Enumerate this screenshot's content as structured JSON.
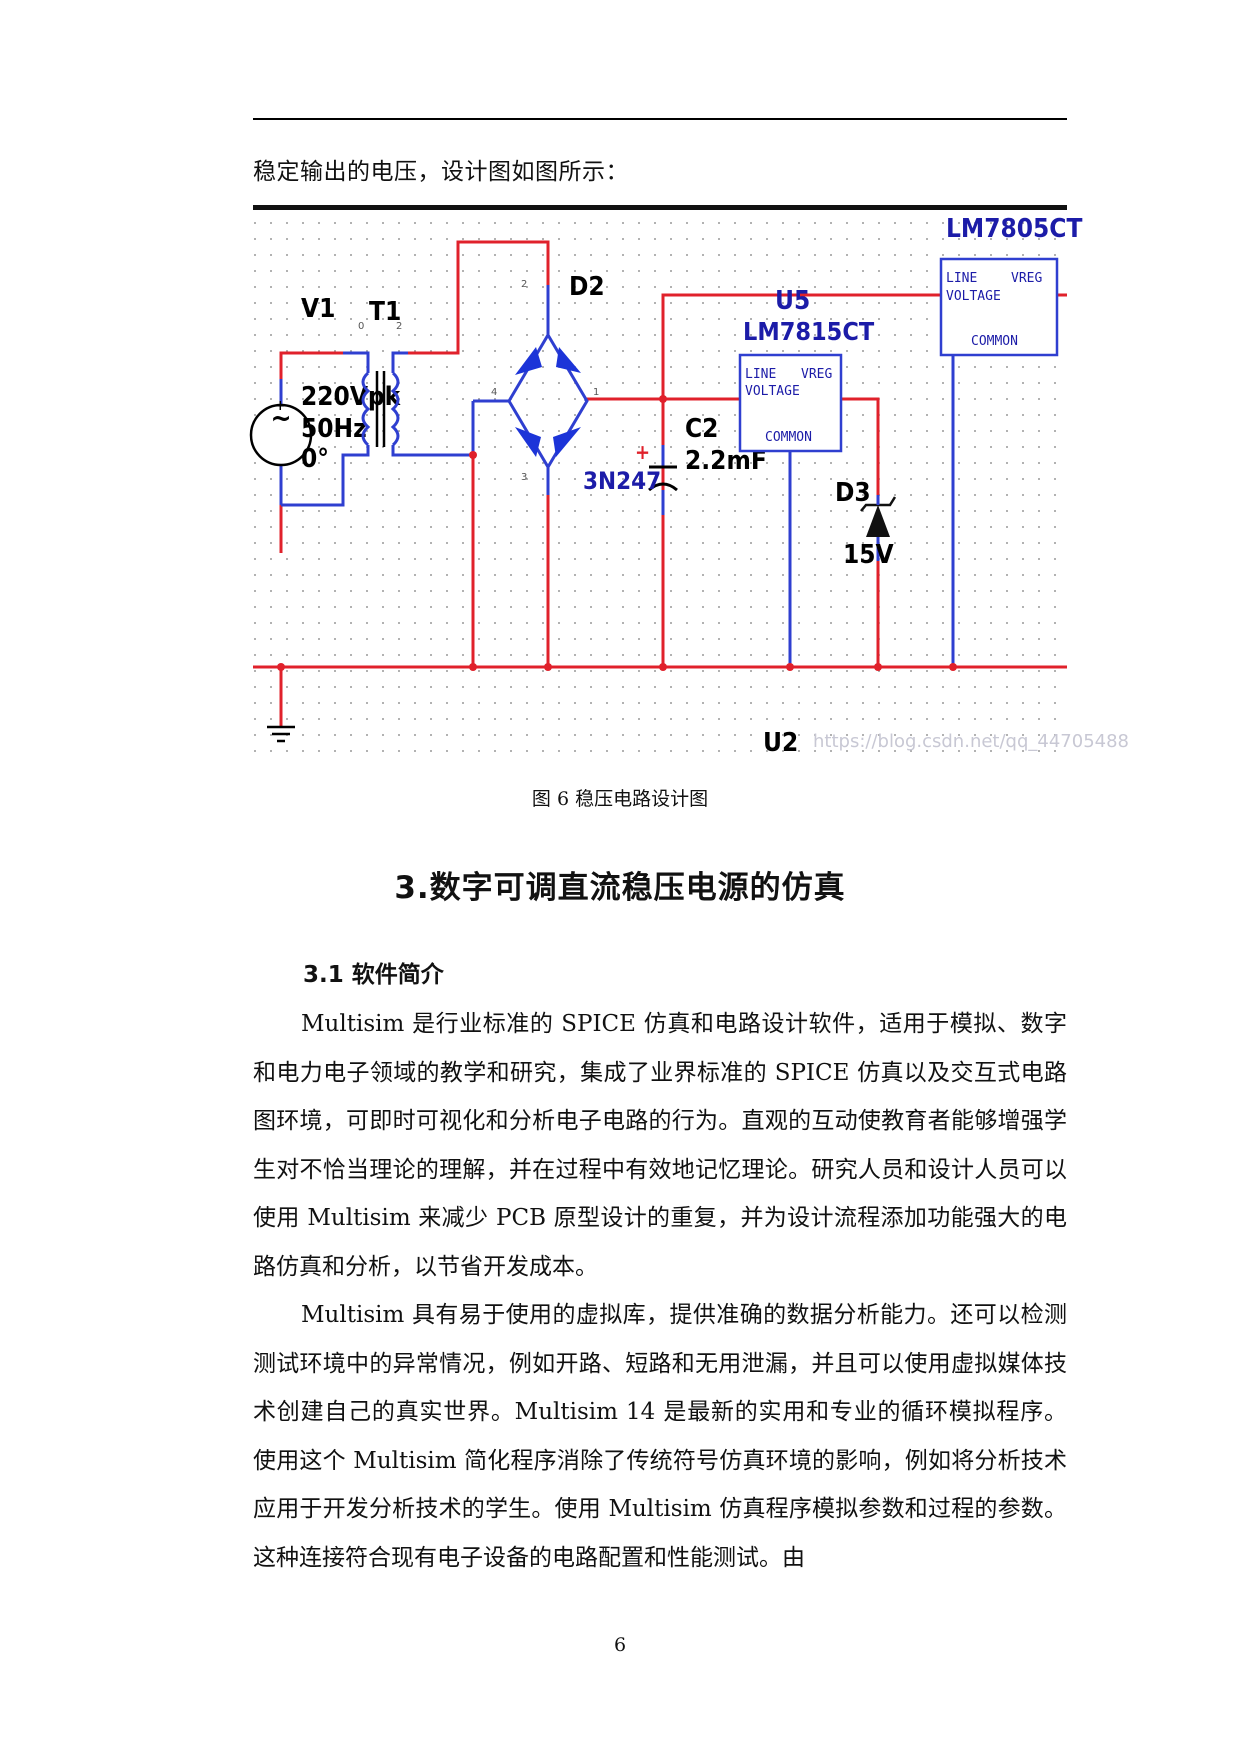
{
  "page": {
    "intro_line": "稳定输出的电压，设计图如图所示：",
    "figure_caption": "图 6  稳压电路设计图",
    "section_title": "3.数字可调直流稳压电源的仿真",
    "subsection_title": "3.1  软件简介",
    "paragraphs": [
      "Multisim 是行业标准的 SPICE 仿真和电路设计软件，适用于模拟、数字和电力电子领域的教学和研究，集成了业界标准的 SPICE 仿真以及交互式电路图环境，可即时可视化和分析电子电路的行为。直观的互动使教育者能够增强学生对不恰当理论的理解，并在过程中有效地记忆理论。研究人员和设计人员可以使用 Multisim 来减少 PCB 原型设计的重复，并为设计流程添加功能强大的电路仿真和分析，以节省开发成本。",
      "Multisim 具有易于使用的虚拟库，提供准确的数据分析能力。还可以检测测试环境中的异常情况，例如开路、短路和无用泄漏，并且可以使用虚拟媒体技术创建自己的真实世界。Multisim 14 是最新的实用和专业的循环模拟程序。使用这个 Multisim 简化程序消除了传统符号仿真环境的影响，例如将分析技术应用于开发分析技术的学生。使用 Multisim 仿真程序模拟参数和过程的参数。这种连接符合现有电子设备的电路配置和性能测试。由"
    ],
    "page_number": "6"
  },
  "schematic": {
    "source": {
      "ref": "V1",
      "voltage": "220Vpk",
      "freq": "50Hz",
      "phase": "0°",
      "plus": "+",
      "minus": "-",
      "symbol": "~"
    },
    "transformer": {
      "ref": "T1",
      "pin_left": "0",
      "pin_right": "2"
    },
    "bridge": {
      "ref": "D2",
      "pin_top": "2",
      "pin_bottom": "3",
      "pin_left": "4",
      "pin_right": "1"
    },
    "capacitor": {
      "ref": "C2",
      "value": "2.2mF",
      "part": "3N247",
      "polarity": "+"
    },
    "reg15": {
      "ref": "U5",
      "part": "LM7815CT",
      "pin_line": "LINE",
      "pin_vreg": "VREG",
      "pin_voltage": "VOLTAGE",
      "pin_common": "COMMON"
    },
    "reg05": {
      "part": "LM7805CT",
      "pin_line": "LINE",
      "pin_vreg": "VREG",
      "pin_voltage": "VOLTAGE",
      "pin_common": "COMMON"
    },
    "zener": {
      "ref": "D3",
      "value": "15V"
    },
    "ground_ref": "U2",
    "watermark": "https://blog.csdn.net/qq_44705488",
    "colors": {
      "wire_red": "#e0212b",
      "wire_blue": "#2f3fd0",
      "grid_dot": "#9a9a9a"
    }
  }
}
